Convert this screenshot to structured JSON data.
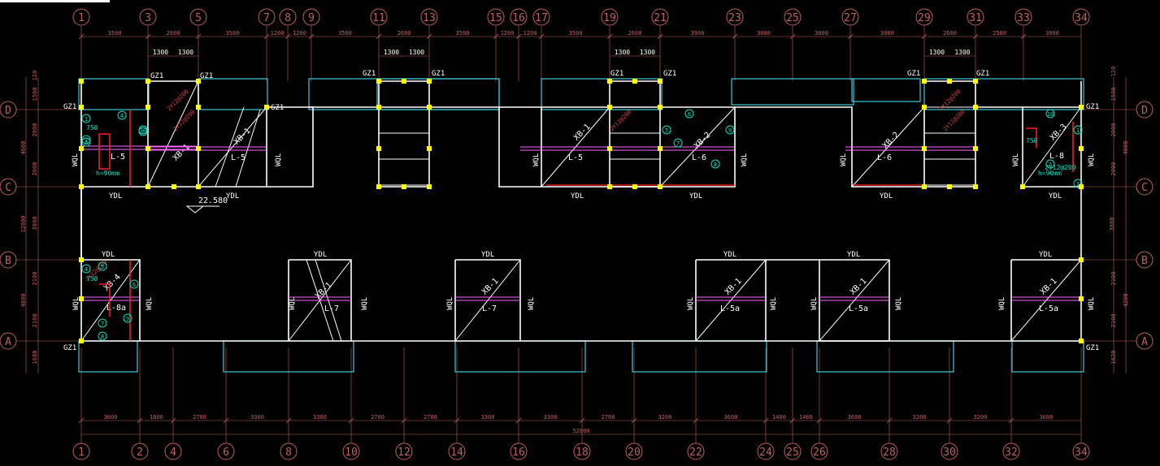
{
  "colors": {
    "background": "#000000",
    "axis": "#c06060",
    "wall": "#ffffff",
    "balcony": "#40c8d8",
    "column": "#ffff00",
    "beam": "#ff66ff",
    "label": "#ffffff",
    "dimension": "#c06060",
    "rebar_red": "#ff2020",
    "tag": "#00e0c0",
    "rebar_text": "#e04040"
  },
  "top_axes": [
    "1",
    "3",
    "5",
    "7",
    "8",
    "9",
    "11",
    "13",
    "15",
    "16",
    "17",
    "19",
    "21",
    "23",
    "25",
    "27",
    "29",
    "31",
    "33",
    "34"
  ],
  "bottom_axes": [
    "1",
    "2",
    "4",
    "6",
    "8",
    "10",
    "12",
    "14",
    "16",
    "18",
    "20",
    "22",
    "24",
    "25",
    "26",
    "28",
    "30",
    "32",
    "34"
  ],
  "left_axes": [
    "D",
    "C",
    "B",
    "A"
  ],
  "right_axes": [
    "D",
    "C",
    "B",
    "A"
  ],
  "top_dims": [
    "3500",
    "2600",
    "3500",
    "1200",
    "1200",
    "3500",
    "2600",
    "3500",
    "1200",
    "1200",
    "3500",
    "2600",
    "3900",
    "3000",
    "3000",
    "3900",
    "2600",
    "2500",
    "3000"
  ],
  "top_subdims": [
    "1300",
    "1300",
    "1300",
    "1300",
    "1300",
    "1300",
    "1300",
    "1300"
  ],
  "bottom_dims": [
    "3000",
    "1800",
    "2700",
    "3300",
    "3300",
    "2700",
    "2700",
    "3300",
    "3300",
    "2700",
    "3200",
    "3600",
    "1400",
    "1400",
    "3600",
    "3200",
    "3200",
    "3600"
  ],
  "bottom_total": "52000",
  "left_dims_outer": [
    "4000",
    "12000",
    "4800"
  ],
  "left_dims_inner": [
    "1500",
    "120",
    "2000",
    "2000",
    "3800",
    "2100",
    "2100",
    "1680"
  ],
  "right_dims_outer": [
    "4000",
    "3800",
    "4200"
  ],
  "right_dims_inner": [
    "120",
    "1500",
    "2000",
    "2000",
    "2100",
    "2100",
    "1620"
  ],
  "labels": {
    "gz": "GZ1",
    "ydl": "YDL",
    "wql": "WQL",
    "elevation": "22.580",
    "note_thk": "h=90mm",
    "note_thk2": "h=90mm",
    "spacing1": "750",
    "spacing2": "750",
    "spacing3": "750"
  },
  "slabs": [
    {
      "id": "s1",
      "text": "XB-1",
      "beam": "L-5"
    },
    {
      "id": "s2",
      "text": "XB-1",
      "beam": "L-5"
    },
    {
      "id": "s3",
      "text": "XB-1",
      "beam": "L-5"
    },
    {
      "id": "s4",
      "text": "XB-2",
      "beam": "L-6"
    },
    {
      "id": "s5",
      "text": "XB-2",
      "beam": "L-6"
    },
    {
      "id": "s6",
      "text": "XB-3",
      "beam": "L-8"
    },
    {
      "id": "s7",
      "text": "XB-4",
      "beam": "L-8a"
    },
    {
      "id": "s8",
      "text": "XB-1",
      "beam": "L-7"
    },
    {
      "id": "s9",
      "text": "XB-1",
      "beam": "L-7"
    },
    {
      "id": "s10",
      "text": "XB-1",
      "beam": "L-5a"
    },
    {
      "id": "s11",
      "text": "XB-1",
      "beam": "L-5a"
    },
    {
      "id": "s12",
      "text": "XB-1",
      "beam": "L-5a"
    }
  ],
  "rebar_notes": [
    "2Y12@200",
    "2Y12@200",
    "2Y12@200"
  ],
  "tags": [
    "1",
    "2",
    "3",
    "4",
    "5",
    "6",
    "7",
    "8",
    "9",
    "10"
  ]
}
